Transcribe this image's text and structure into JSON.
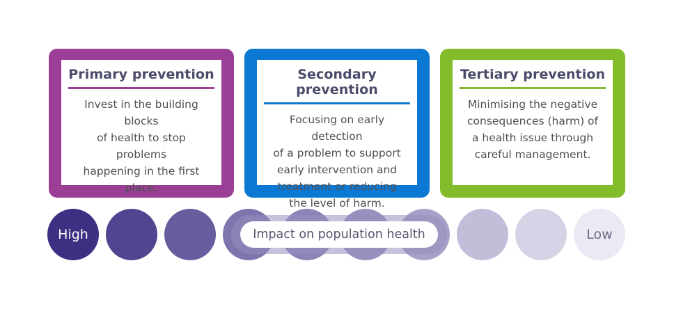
{
  "boxes": [
    {
      "title": "Primary prevention",
      "lines": [
        "Invest in the building blocks",
        "of health to stop problems",
        "happening in the first place."
      ],
      "color": "#9a3f95"
    },
    {
      "title": "Secondary prevention",
      "lines": [
        "Focusing on early detection",
        "of a problem to support",
        "early intervention and",
        "treatment or reducing",
        "the level of harm."
      ],
      "color": "#0b78d4"
    },
    {
      "title": "Tertiary prevention",
      "lines": [
        "Minimising the negative",
        "consequences (harm) of",
        "a health issue through",
        "careful management."
      ],
      "color": "#82bc2b"
    }
  ],
  "scale": {
    "high_label": "High",
    "low_label": "Low",
    "impact_label": "Impact on population health",
    "circle_colors": [
      "#3e2f83",
      "#514591",
      "#655d9e",
      "#7d75ae",
      "#8c84b7",
      "#9891be",
      "#a7a1c8",
      "#c2bed9",
      "#d6d3e6",
      "#ebe9f3"
    ]
  }
}
